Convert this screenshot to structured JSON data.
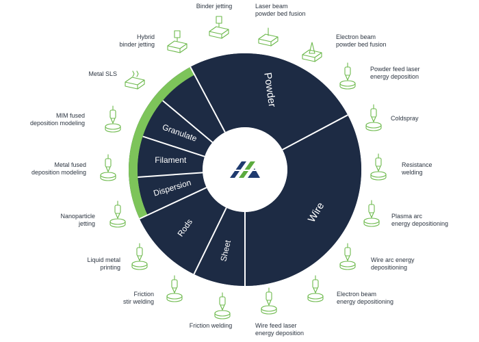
{
  "diagram": {
    "colors": {
      "navy": "#1d2b44",
      "green": "#7dc45a",
      "icon": "#6bb84a",
      "divider": "#ffffff",
      "logo_blue": "#1f3a6e",
      "logo_green": "#5cab3f"
    },
    "segments": [
      {
        "label": "Powder"
      },
      {
        "label": "Wire"
      },
      {
        "label": "Sheet"
      },
      {
        "label": "Rods"
      },
      {
        "label": "Dispersion"
      },
      {
        "label": "Filament"
      },
      {
        "label": "Granulate"
      }
    ],
    "processes": [
      {
        "lines": [
          "Binder jetting"
        ],
        "icon": "binder-jetting-icon"
      },
      {
        "lines": [
          "Laser beam",
          "powder bed fusion"
        ],
        "icon": "laser-powder-bed-icon"
      },
      {
        "lines": [
          "Electron beam",
          "powder bed fusion"
        ],
        "icon": "electron-powder-bed-icon"
      },
      {
        "lines": [
          "Powder feed laser",
          "energy deposition"
        ],
        "icon": "powder-feed-laser-icon"
      },
      {
        "lines": [
          "Coldspray"
        ],
        "icon": "coldspray-icon"
      },
      {
        "lines": [
          "Resistance",
          "welding"
        ],
        "icon": "resistance-welding-icon"
      },
      {
        "lines": [
          "Plasma arc",
          "energy depositioning"
        ],
        "icon": "plasma-arc-icon"
      },
      {
        "lines": [
          "Wire arc energy",
          "depositioning"
        ],
        "icon": "wire-arc-icon"
      },
      {
        "lines": [
          "Electron beam",
          "energy depositioning"
        ],
        "icon": "electron-beam-deposition-icon"
      },
      {
        "lines": [
          "Wire feed laser",
          "energy deposition"
        ],
        "icon": "wire-feed-laser-icon"
      },
      {
        "lines": [
          "Friction welding"
        ],
        "icon": "friction-welding-icon"
      },
      {
        "lines": [
          "Friction",
          "stir welding"
        ],
        "icon": "friction-stir-welding-icon"
      },
      {
        "lines": [
          "Liquid metal",
          "printing"
        ],
        "icon": "liquid-metal-printing-icon"
      },
      {
        "lines": [
          "Nanoparticle",
          "jetting"
        ],
        "icon": "nanoparticle-jetting-icon"
      },
      {
        "lines": [
          "Metal fused",
          "deposition modeling"
        ],
        "icon": "metal-fdm-icon"
      },
      {
        "lines": [
          "MIM fused",
          "deposition modeling"
        ],
        "icon": "mim-fdm-icon"
      },
      {
        "lines": [
          "Metal SLS"
        ],
        "icon": "metal-sls-icon"
      },
      {
        "lines": [
          "Hybrid",
          "binder jetting"
        ],
        "icon": "hybrid-binder-jetting-icon"
      }
    ]
  }
}
